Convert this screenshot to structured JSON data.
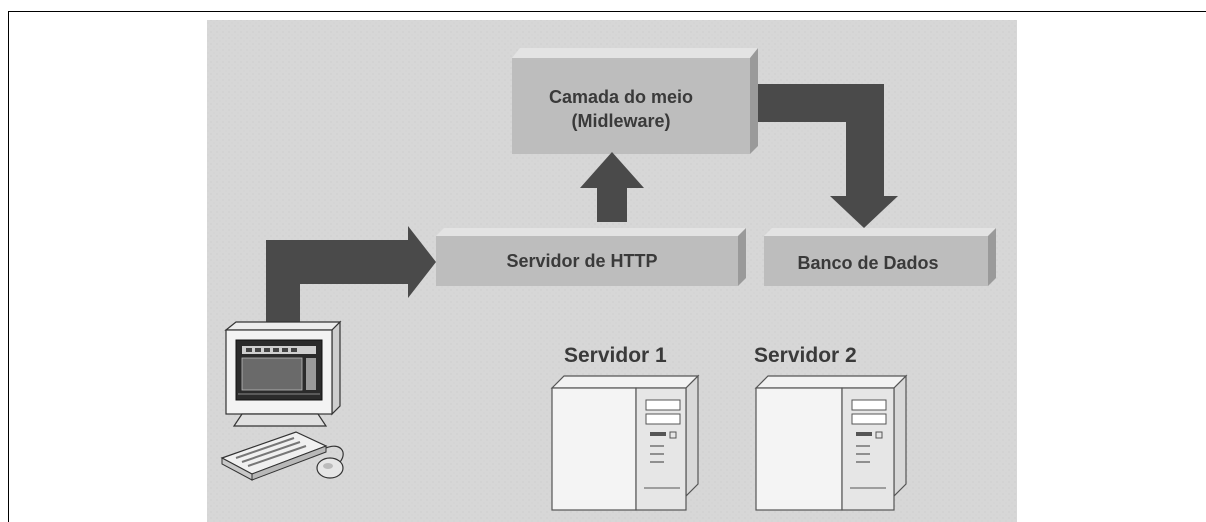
{
  "diagram": {
    "middleware_label": [
      "Camada do meio",
      "(Midleware)"
    ],
    "http_server_label": "Servidor de HTTP",
    "database_label": "Banco de Dados",
    "server1_label": "Servidor 1",
    "server2_label": "Servidor 2"
  },
  "colors": {
    "background": "#d7d7d7",
    "box_front": "#bdbdbd",
    "box_top": "#e3e3e3",
    "box_side": "#9a9a9a",
    "arrow": "#4a4a4a",
    "text": "#3a3a3a"
  },
  "icons": [
    "client-computer-icon",
    "server-tower-icon"
  ]
}
